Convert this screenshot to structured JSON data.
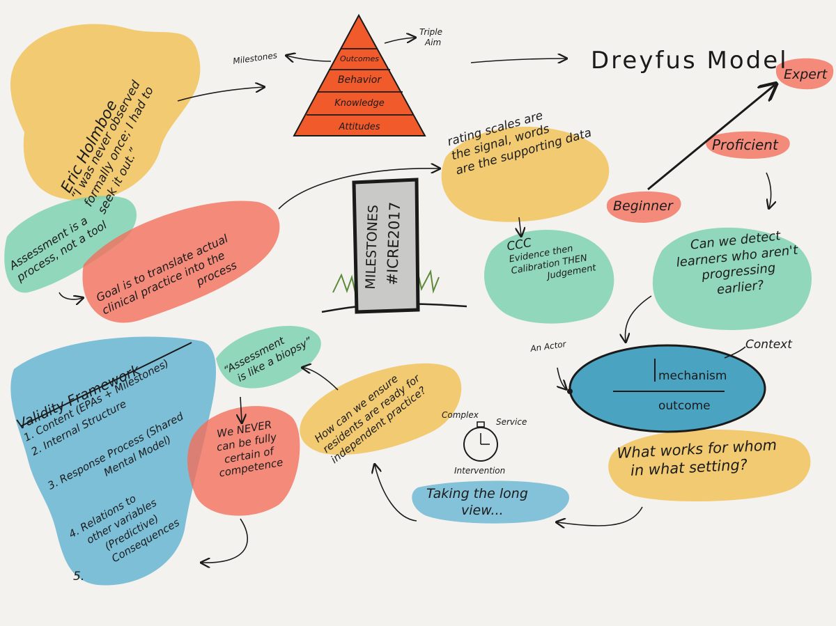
{
  "colors": {
    "background": "#f4f2ee",
    "yellow": "#f0c35a",
    "red": "#f26f5c",
    "green": "#7fd2b2",
    "blue": "#5fb2d1",
    "ellipse": "#4aa3c1",
    "pyramid": "#f15a2b",
    "ink": "#1a1a1a"
  },
  "holmboe": {
    "name": "Eric Holmboe",
    "quote_lines": [
      "“I was never observed",
      "formally once; I had to",
      "seek it out.”"
    ]
  },
  "pyramid": {
    "levels": [
      "Outcomes",
      "Behavior",
      "Knowledge",
      "Attitudes"
    ],
    "left_label": "Milestones",
    "right_label_lines": [
      "Triple",
      "Aim"
    ]
  },
  "dreyfus": {
    "title": "Dreyfus Model",
    "expert": "Expert",
    "proficient": "Proficient",
    "beginner": "Beginner"
  },
  "rating": {
    "lines": [
      "rating scales are",
      "the signal, words",
      "are the supporting data"
    ]
  },
  "ccc": {
    "lines": [
      "CCC",
      "Evidence then",
      "Calibration THEN",
      "Judgement"
    ]
  },
  "detect": {
    "lines": [
      "Can we detect",
      "learners who aren't",
      "progressing",
      "earlier?"
    ]
  },
  "assessment_process": {
    "lines": [
      "Assessment is a",
      "process, not a tool"
    ]
  },
  "goal": {
    "lines": [
      "Goal is to translate actual",
      "clinical practice into the",
      "process"
    ]
  },
  "milestone_post": {
    "lines": [
      "MILESTONES",
      "#ICRE2017"
    ]
  },
  "validity": {
    "title": "Validity Framework",
    "items": [
      "1. Content (EPAs + Milestones)",
      "2. Internal Structure",
      "3. Response Process (Shared",
      "Mental Model)",
      "4. Relations to",
      "other variables",
      "(Predictive)",
      "Consequences",
      "5."
    ]
  },
  "biopsy": {
    "lines": [
      "“Assessment",
      "is like a biopsy”"
    ]
  },
  "never": {
    "lines": [
      "We NEVER",
      "can be fully",
      "certain of",
      "competence"
    ]
  },
  "ensure": {
    "lines": [
      "How can we ensure",
      "residents are ready for",
      "independent practice?"
    ]
  },
  "clock": {
    "top_left": "Complex",
    "top_right": "Service",
    "bottom": "Intervention"
  },
  "long_view": {
    "lines": [
      "Taking the long",
      "view..."
    ]
  },
  "realist": {
    "actor": "An Actor",
    "mechanism": "mechanism",
    "outcome": "outcome",
    "context": "Context"
  },
  "what_works": {
    "lines": [
      "What works for whom",
      "in what setting?"
    ]
  }
}
